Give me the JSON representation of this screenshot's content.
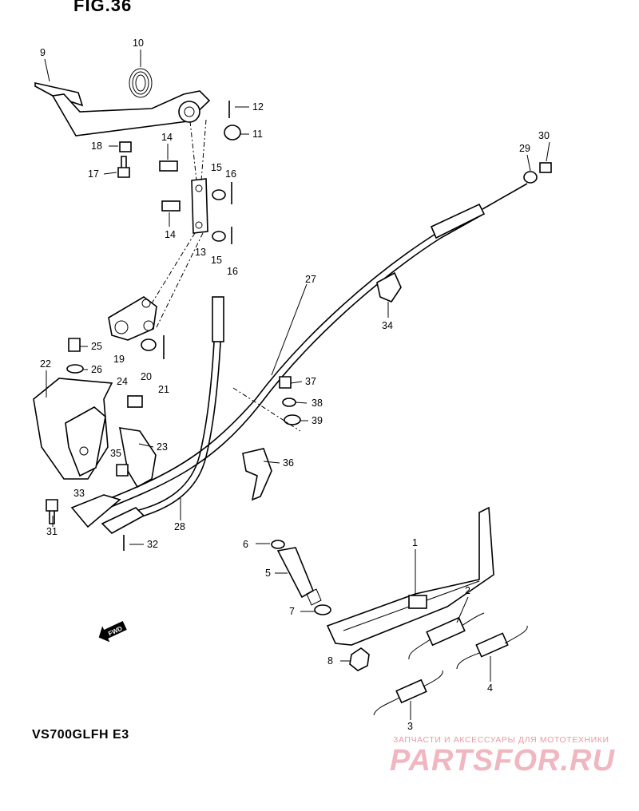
{
  "figure": {
    "title": "FIG.36"
  },
  "model": {
    "code": "VS700GLFH  E3"
  },
  "watermark": {
    "tagline": "ЗАПЧАСТИ И АКСЕССУАРЫ ДЛЯ МОТОТЕХНИКИ",
    "logo": "PARTSFOR.RU"
  },
  "fwd_label": "FWD",
  "callouts": [
    "9",
    "10",
    "12",
    "11",
    "18",
    "17",
    "14",
    "15",
    "16",
    "14",
    "13",
    "15",
    "16",
    "30",
    "29",
    "27",
    "34",
    "25",
    "26",
    "19",
    "20",
    "21",
    "22",
    "24",
    "37",
    "38",
    "39",
    "23",
    "35",
    "36",
    "33",
    "31",
    "28",
    "32",
    "6",
    "1",
    "5",
    "2",
    "7",
    "8",
    "4",
    "3"
  ]
}
